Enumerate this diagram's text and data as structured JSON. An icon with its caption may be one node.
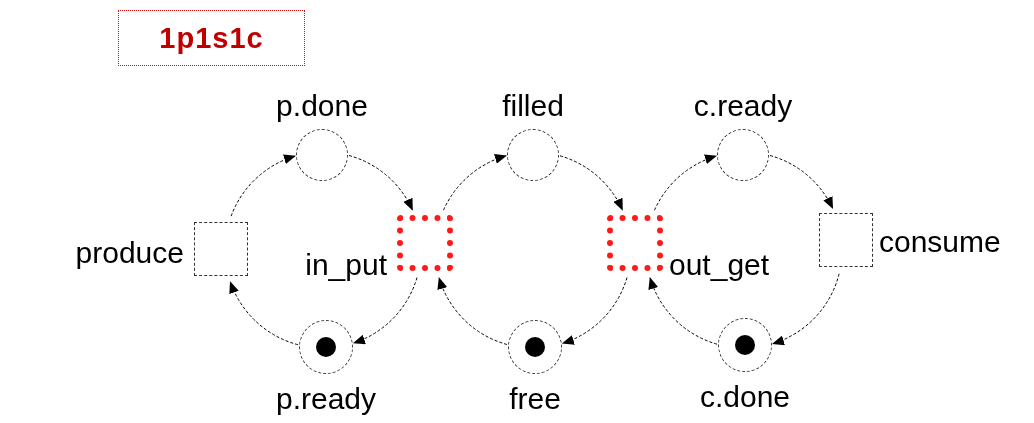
{
  "diagram": {
    "nodes": [
      {
        "text": [
          "1p1s1c"
        ]
      },
      {
        "text": [
          "p.done"
        ]
      },
      {
        "text": [
          "filled"
        ]
      },
      {
        "text": [
          "c.ready"
        ]
      },
      {
        "text": [
          "produce"
        ]
      },
      {
        "text": [
          "in_put"
        ]
      },
      {
        "text": [
          "out_get"
        ]
      },
      {
        "text": [
          "consume"
        ]
      },
      {
        "text": [
          "p.ready"
        ]
      },
      {
        "text": [],
        "shape": "circle",
        "in": 8
      },
      {
        "text": [
          "free"
        ]
      },
      {
        "text": [],
        "shape": "circle",
        "in": 10
      },
      {
        "text": [
          "c.done"
        ]
      },
      {
        "text": [],
        "shape": "circle",
        "in": 12
      }
    ],
    "edges": [
      {
        "from": 4,
        "to": 1,
        "arrow": "to"
      },
      {
        "from": 1,
        "to": 5,
        "arrow": "to"
      },
      {
        "from": 5,
        "to": 2,
        "arrow": "to"
      },
      {
        "from": 2,
        "to": 6,
        "arrow": "to"
      },
      {
        "from": 6,
        "to": 3,
        "arrow": "to"
      },
      {
        "from": 3,
        "to": 7,
        "arrow": "to"
      },
      {
        "from": 7,
        "to": 12,
        "arrow": "to"
      },
      {
        "from": 12,
        "to": 6,
        "arrow": "to"
      },
      {
        "from": 6,
        "to": 10,
        "arrow": "to"
      },
      {
        "from": 10,
        "to": 5,
        "arrow": "to"
      },
      {
        "from": 5,
        "to": 8,
        "arrow": "to"
      },
      {
        "from": 8,
        "to": 4,
        "arrow": "to"
      }
    ]
  }
}
